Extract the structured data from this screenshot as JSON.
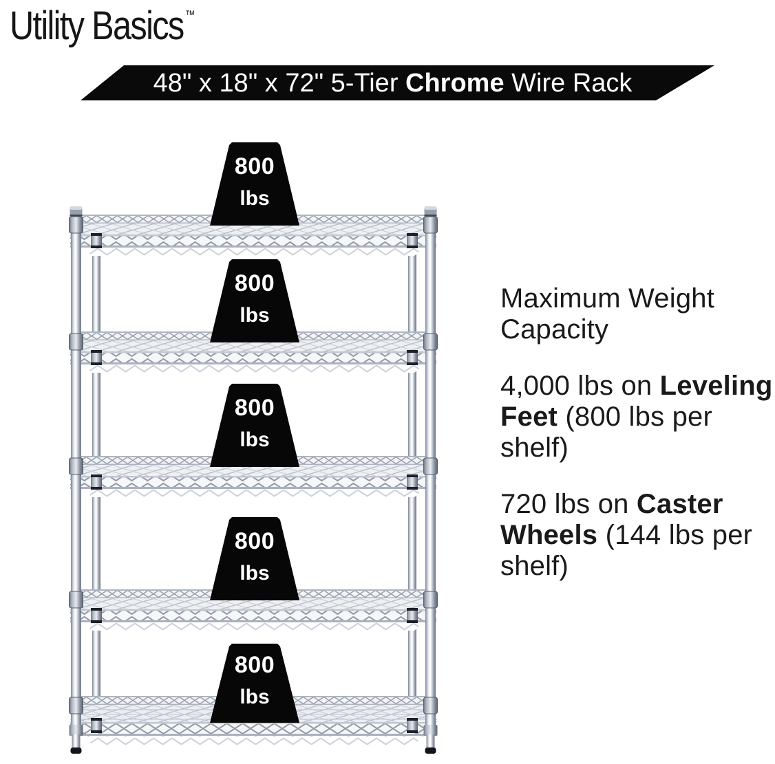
{
  "brand": {
    "name": "Utility Basics",
    "trademark": "™"
  },
  "banner": {
    "bg_color": "#0a0a0a",
    "text_color": "#ffffff",
    "runs": [
      {
        "t": "48\" x 18\" x 72\" 5-Tier ",
        "bold": false
      },
      {
        "t": "Chrome",
        "bold": true
      },
      {
        "t": " Wire Rack",
        "bold": false
      }
    ]
  },
  "rack": {
    "tiers": 5,
    "finish": "Chrome",
    "weights": [
      {
        "value": "800",
        "unit": "lbs"
      },
      {
        "value": "800",
        "unit": "lbs"
      },
      {
        "value": "800",
        "unit": "lbs"
      },
      {
        "value": "800",
        "unit": "lbs"
      },
      {
        "value": "800",
        "unit": "lbs"
      }
    ]
  },
  "specs": [
    {
      "lines": [
        [
          {
            "t": "Maximum Weight",
            "bold": false
          }
        ],
        [
          {
            "t": "Capacity",
            "bold": false
          }
        ]
      ]
    },
    {
      "lines": [
        [
          {
            "t": "4,000 lbs on ",
            "bold": false
          },
          {
            "t": "Leveling",
            "bold": true
          }
        ],
        [
          {
            "t": "Feet",
            "bold": true
          },
          {
            "t": " (800 lbs per",
            "bold": false
          }
        ],
        [
          {
            "t": "shelf)",
            "bold": false
          }
        ]
      ]
    },
    {
      "lines": [
        [
          {
            "t": "720 lbs on ",
            "bold": false
          },
          {
            "t": "Caster",
            "bold": true
          }
        ],
        [
          {
            "t": "Wheels",
            "bold": true
          },
          {
            "t": " (144 lbs per",
            "bold": false
          }
        ],
        [
          {
            "t": "shelf)",
            "bold": false
          }
        ]
      ]
    }
  ]
}
